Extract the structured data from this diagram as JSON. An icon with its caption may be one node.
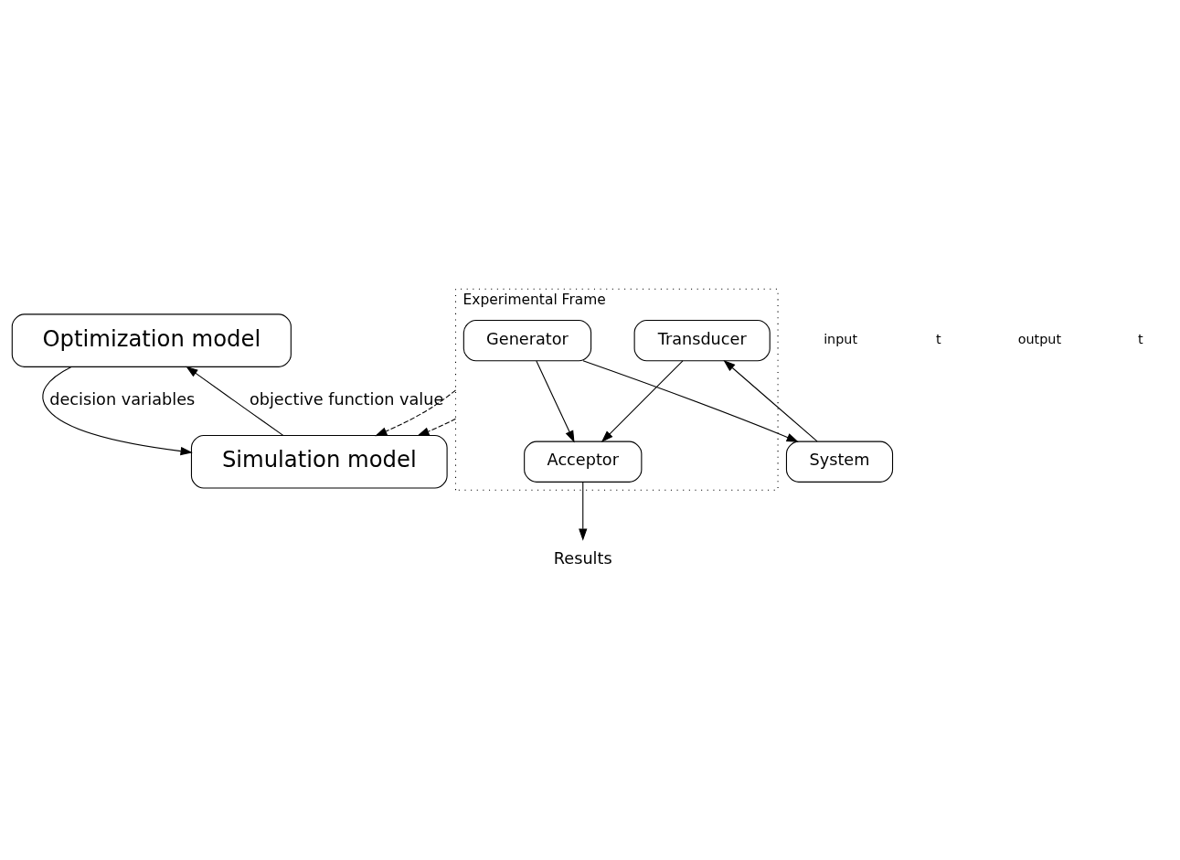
{
  "diagram": {
    "nodes": [
      {
        "text": [
          "Optimization model"
        ]
      },
      {
        "text": [
          "Simulation model"
        ]
      },
      {
        "text": [
          "Experimental Frame"
        ]
      },
      {
        "text": [
          "Generator"
        ],
        "in": 2
      },
      {
        "text": [
          "System"
        ]
      },
      {
        "text": [
          "Transducer"
        ],
        "in": 2
      },
      {
        "text": [
          "Acceptor"
        ],
        "in": 2
      },
      {
        "text": [
          "Results"
        ]
      }
    ],
    "edges": [
      {
        "from": 0,
        "to": 1,
        "arrow": "to",
        "label": "decision variables"
      },
      {
        "from": 1,
        "to": 0,
        "arrow": "to",
        "label": "objective function value"
      },
      {
        "from": 2,
        "to": 1,
        "arrow": "to",
        "style": "dashed"
      },
      {
        "from": 2,
        "to": 1,
        "arrow": "to",
        "style": "dashed"
      },
      {
        "from": 3,
        "to": 4,
        "arrow": "to"
      },
      {
        "from": 4,
        "to": 5,
        "arrow": "to"
      },
      {
        "from": 5,
        "to": 6,
        "arrow": "to"
      },
      {
        "from": 3,
        "to": 6,
        "arrow": "to"
      },
      {
        "from": 6,
        "to": 7,
        "arrow": "to"
      }
    ],
    "labels": [
      "input",
      "t",
      "output",
      "t"
    ]
  }
}
